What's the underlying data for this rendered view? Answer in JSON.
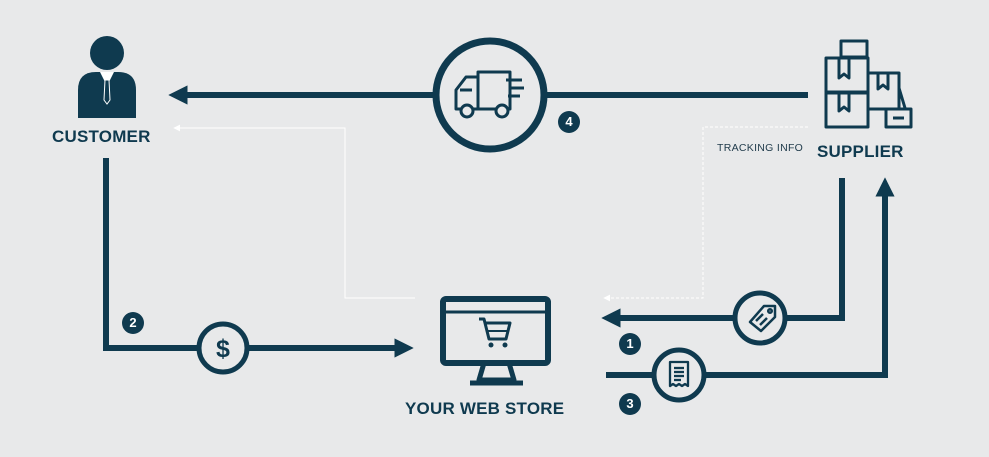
{
  "colors": {
    "primary": "#0f3a4f",
    "background": "#e8e9ea",
    "line_light": "#ffffff"
  },
  "nodes": {
    "customer": {
      "label": "CUSTOMER",
      "icon": "businessman-icon"
    },
    "supplier": {
      "label": "SUPPLIER",
      "icon": "stacked-boxes-icon"
    },
    "store": {
      "label": "YOUR WEB STORE",
      "icon": "monitor-cart-icon"
    }
  },
  "annotations": {
    "tracking": "TRACKING INFO"
  },
  "steps": [
    {
      "number": "1",
      "icon": "price-tag-icon"
    },
    {
      "number": "2",
      "icon": "dollar-icon"
    },
    {
      "number": "3",
      "icon": "receipt-icon"
    },
    {
      "number": "4",
      "icon": "delivery-truck-icon"
    }
  ]
}
